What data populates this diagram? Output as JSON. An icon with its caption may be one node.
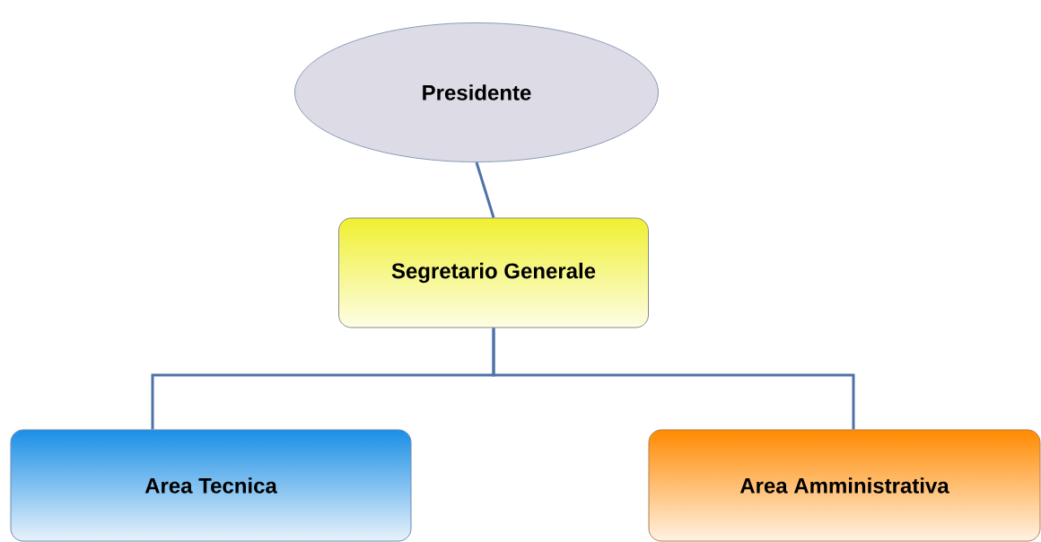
{
  "diagram": {
    "nodes": [
      {
        "text": [
          "Presidente"
        ]
      },
      {
        "text": [
          "Segretario Generale"
        ]
      },
      {
        "text": [
          "Area Tecnica"
        ]
      },
      {
        "text": [
          "Area Amministrativa"
        ]
      }
    ],
    "edges": [
      {
        "from": 0,
        "to": 1,
        "arrow": "none"
      },
      {
        "from": 1,
        "to": 2,
        "arrow": "none"
      },
      {
        "from": 1,
        "to": 3,
        "arrow": "none"
      }
    ]
  }
}
